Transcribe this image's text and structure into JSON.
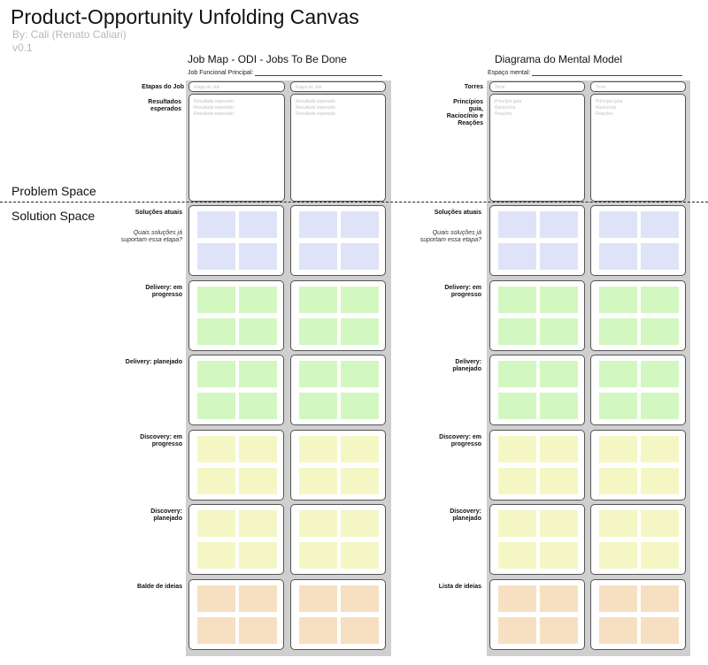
{
  "header": {
    "title": "Product-Opportunity Unfolding Canvas",
    "author": "By: Cali (Renato Caliari)",
    "version": "v0.1"
  },
  "spaces": {
    "problem": "Problem Space",
    "solution": "Solution Space"
  },
  "job_map": {
    "title": "Job Map - ODI - Jobs To Be Done",
    "field_label": "Job Funcional Principal:",
    "row1_label": "Etapas do Job",
    "row1_placeholder": "Etapa do Job",
    "row2_label": "Resultados esperados",
    "row2_placeholder": "Resultado esperado"
  },
  "mental_model": {
    "title": "Diagrama do Mental Model",
    "field_label": "Espaço mental:",
    "row1_label": "Torres",
    "row1_placeholder": "Torre",
    "row2_label": "Princípios guia, Raciocínio e Reações",
    "row2_items": [
      "Princípio guia",
      "Raciocínio",
      "Reações"
    ]
  },
  "solution_rows": [
    {
      "label_left": "Soluções atuais",
      "label_right": "Soluções atuais",
      "sub": "Quais soluções já suportam essa etapa?",
      "color": "#dfe3f8"
    },
    {
      "label_left": "Delivery: em progresso",
      "label_right": "Delivery: em progresso",
      "sub": "",
      "color": "#d3f7c0"
    },
    {
      "label_left": "Delivery: planejado",
      "label_right": "Delivery: planejado",
      "sub": "",
      "color": "#d3f7c0"
    },
    {
      "label_left": "Discovery: em progresso",
      "label_right": "Discovery: em progresso",
      "sub": "",
      "color": "#f4f7c4"
    },
    {
      "label_left": "Discovery: planejado",
      "label_right": "Discovery: planejado",
      "sub": "",
      "color": "#f4f7c4"
    },
    {
      "label_left": "Balde de ideias",
      "label_right": "Lista de ideias",
      "sub": "",
      "color": "#f7dfc2"
    }
  ]
}
